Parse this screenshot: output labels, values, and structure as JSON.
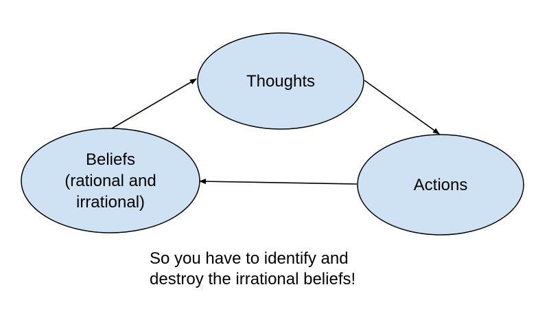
{
  "diagram": {
    "nodes": {
      "thoughts": {
        "label": "Thoughts"
      },
      "beliefs": {
        "lines": [
          "Beliefs",
          "(rational and",
          "irrational)"
        ]
      },
      "actions": {
        "label": "Actions"
      }
    },
    "edges": [
      {
        "from": "beliefs",
        "to": "thoughts"
      },
      {
        "from": "thoughts",
        "to": "actions"
      },
      {
        "from": "actions",
        "to": "beliefs"
      }
    ],
    "caption": {
      "lines": [
        "So you have to identify and",
        "destroy the irrational beliefs!"
      ]
    }
  },
  "colors": {
    "node_fill": "#cfe2f3",
    "node_stroke": "#000000",
    "edge": "#000000",
    "text": "#000000"
  }
}
